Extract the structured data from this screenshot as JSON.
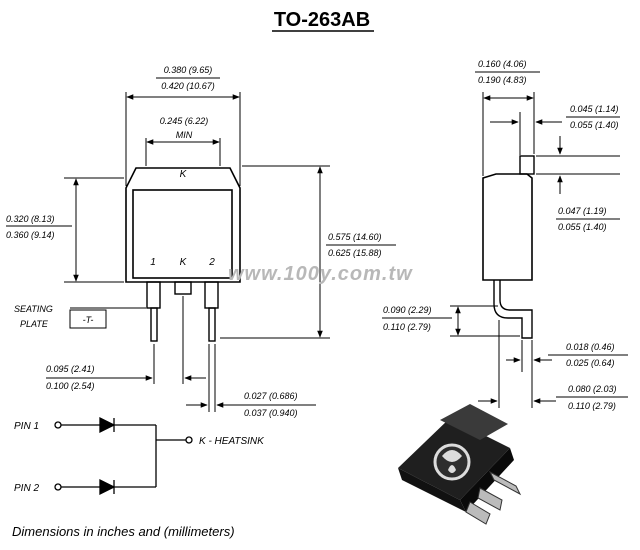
{
  "title": "TO-263AB",
  "watermark": "www.100y.com.tw",
  "front_view": {
    "width_overall": {
      "inch": "0.380 (9.65)",
      "mm": "0.420 (10.67)"
    },
    "tab_width": {
      "inch": "0.245 (6.22)",
      "note": "MIN"
    },
    "height_body": {
      "inch": "0.320 (8.13)",
      "mm": "0.360 (9.14)"
    },
    "height_overall": {
      "inch": "0.575 (14.60)",
      "mm": "0.625 (15.88)"
    },
    "pin_pitch": {
      "inch": "0.095 (2.41)",
      "mm": "0.100 (2.54)"
    },
    "lead_width": {
      "inch": "0.027 (0.686)",
      "mm": "0.037 (0.940)"
    },
    "pin_labels": {
      "pin1": "1",
      "center": "K",
      "pin2": "2"
    },
    "tab_label": "K",
    "seating_plate": {
      "line1": "SEATING",
      "line2": "PLATE",
      "ref": "-T-"
    }
  },
  "side_view": {
    "thickness": {
      "inch": "0.160 (4.06)",
      "mm": "0.190 (4.83)"
    },
    "tab_thickness": {
      "inch": "0.045 (1.14)",
      "mm": "0.055 (1.40)"
    },
    "standoff": {
      "inch": "0.047 (1.19)",
      "mm": "0.055 (1.40)"
    },
    "lead_height": {
      "inch": "0.090 (2.29)",
      "mm": "0.110 (2.79)"
    },
    "lead_thickness": {
      "inch": "0.018 (0.46)",
      "mm": "0.025 (0.64)"
    },
    "lead_length": {
      "inch": "0.080 (2.03)",
      "mm": "0.110 (2.79)"
    }
  },
  "schematic": {
    "pin1": "PIN 1",
    "pin2": "PIN 2",
    "output": "K -  HEATSINK"
  },
  "footer": "Dimensions in inches and (millimeters)"
}
